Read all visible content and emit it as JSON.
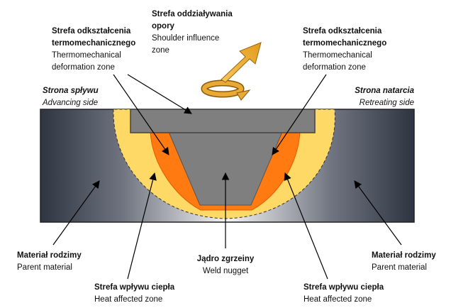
{
  "labels": {
    "shoulder_zone": {
      "pl": "Strefa oddziaływania opory",
      "en": "Shoulder influence zone"
    },
    "tmaz_left": {
      "pl": "Strefa odkształcenia termomechanicznego",
      "en": "Thermomechanical deformation zone"
    },
    "tmaz_right": {
      "pl": "Strefa odkształcenia termomechanicznego",
      "en": "Thermomechanical deformation zone"
    },
    "left_side": {
      "pl": "Strona spływu",
      "en": "Advancing side"
    },
    "right_side": {
      "pl": "Strona natarcia",
      "en": "Retreating side"
    },
    "parent_left": {
      "pl": "Materiał rodzimy",
      "en": "Parent material"
    },
    "parent_right": {
      "pl": "Materiał rodzimy",
      "en": "Parent material"
    },
    "nugget": {
      "pl": "Jądro zgrzeiny",
      "en": "Weld nugget"
    },
    "haz_left": {
      "pl": "Strefa wpływu ciepła",
      "en": "Heat affected zone"
    },
    "haz_right": {
      "pl": "Strefa wpływu ciepła",
      "en": "Heat affected zone"
    }
  },
  "colors": {
    "plate_edge": "#2e3440",
    "plate_center": "#f4f4f4",
    "haz": "#ffd966",
    "tmaz": "#ff7a10",
    "tool": "#7f7f7f",
    "rotation_arrow": "#e8a935",
    "leader": "#000000"
  },
  "icons": {
    "rotation": "rotation-arrow-icon",
    "travel": "travel-direction-arrow-icon"
  }
}
